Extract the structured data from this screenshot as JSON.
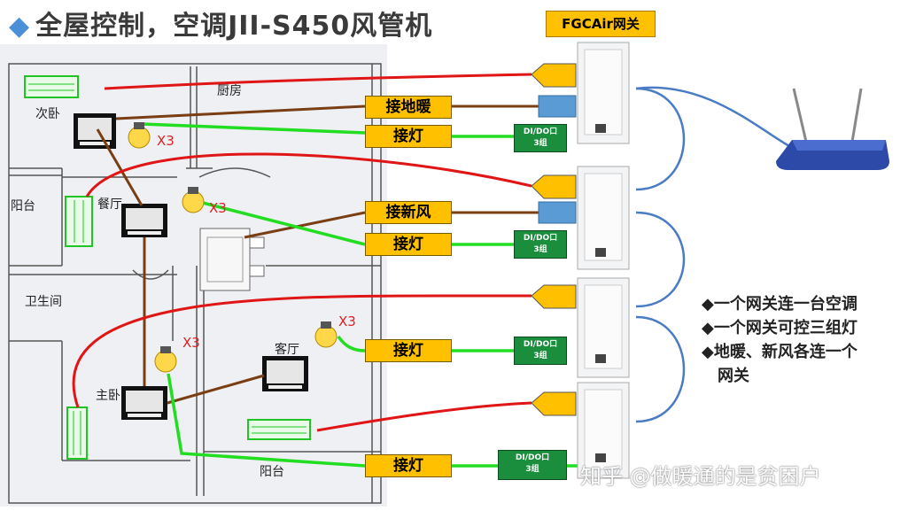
{
  "title": "全屋控制，空调JII-S450风管机",
  "gateway_title": "FGCAir网关",
  "rooms": {
    "bedroom2": "次卧",
    "kitchen": "厨房",
    "balcony_left": "阳台",
    "dining": "餐厅",
    "bathroom": "卫生间",
    "master": "主卧",
    "living": "客厅",
    "balcony_bottom": "阳台"
  },
  "tags": {
    "floor_heating": "接地暖",
    "light1": "接灯",
    "fresh_air": "接新风",
    "light2": "接灯",
    "light3": "接灯",
    "light4": "接灯"
  },
  "dido": {
    "line1": "DI/DO口",
    "line2": "3组"
  },
  "light_count": "X3",
  "notes": [
    "◆一个网关连一台空调",
    "◆一个网关可控三组灯",
    "◆地暖、新风各连一个",
    "网关"
  ],
  "watermark": "知乎 @做暖通的是贫困户",
  "colors": {
    "ac_line": "#e01515",
    "light_line": "#22dd22",
    "control_line": "#7a3e14",
    "network_line": "#4a7cc4",
    "tag_fill": "#ffc000",
    "dido_fill": "#1b8e3e"
  }
}
